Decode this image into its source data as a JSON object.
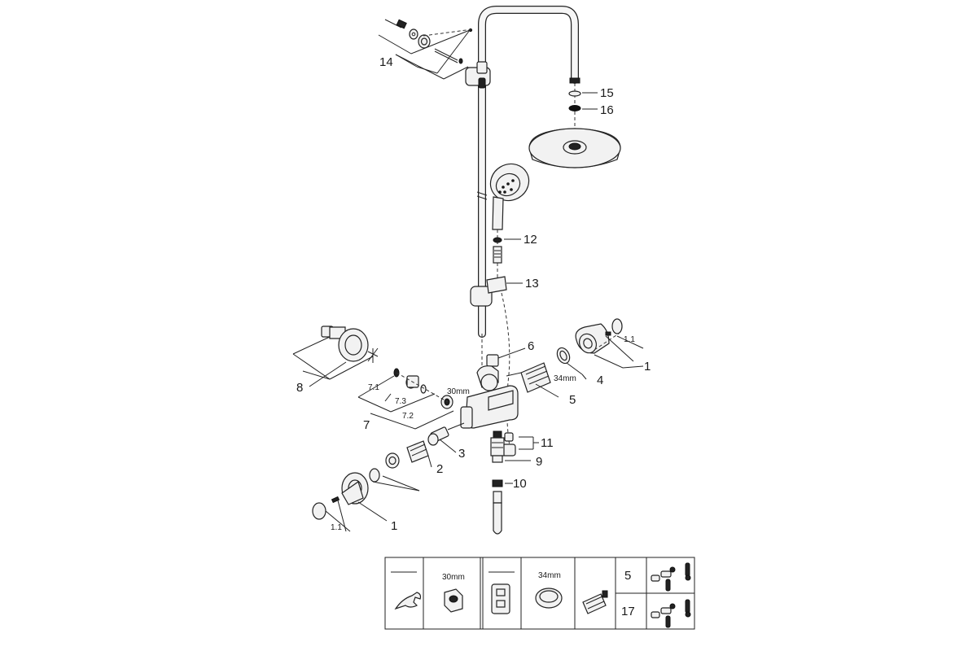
{
  "diagram": {
    "callouts": {
      "c14": "14",
      "c15": "15",
      "c16": "16",
      "c12": "12",
      "c13": "13",
      "c6": "6",
      "c1_right": "1",
      "c1_1_right": "1.1",
      "c4": "4",
      "c4_size": "34mm",
      "c5": "5",
      "c8": "8",
      "c7_1": "7.1",
      "c7_3": "7.3",
      "c7_2": "7.2",
      "c7": "7",
      "c30mm": "30mm",
      "c3": "3",
      "c2": "2",
      "c11": "11",
      "c9": "9",
      "c10": "10",
      "c1_left": "1",
      "c1_1_left": "1.1"
    },
    "tool_table": {
      "cell2_label": "30mm",
      "cell4_label": "34mm",
      "row1_label": "5",
      "row2_label": "17"
    }
  }
}
